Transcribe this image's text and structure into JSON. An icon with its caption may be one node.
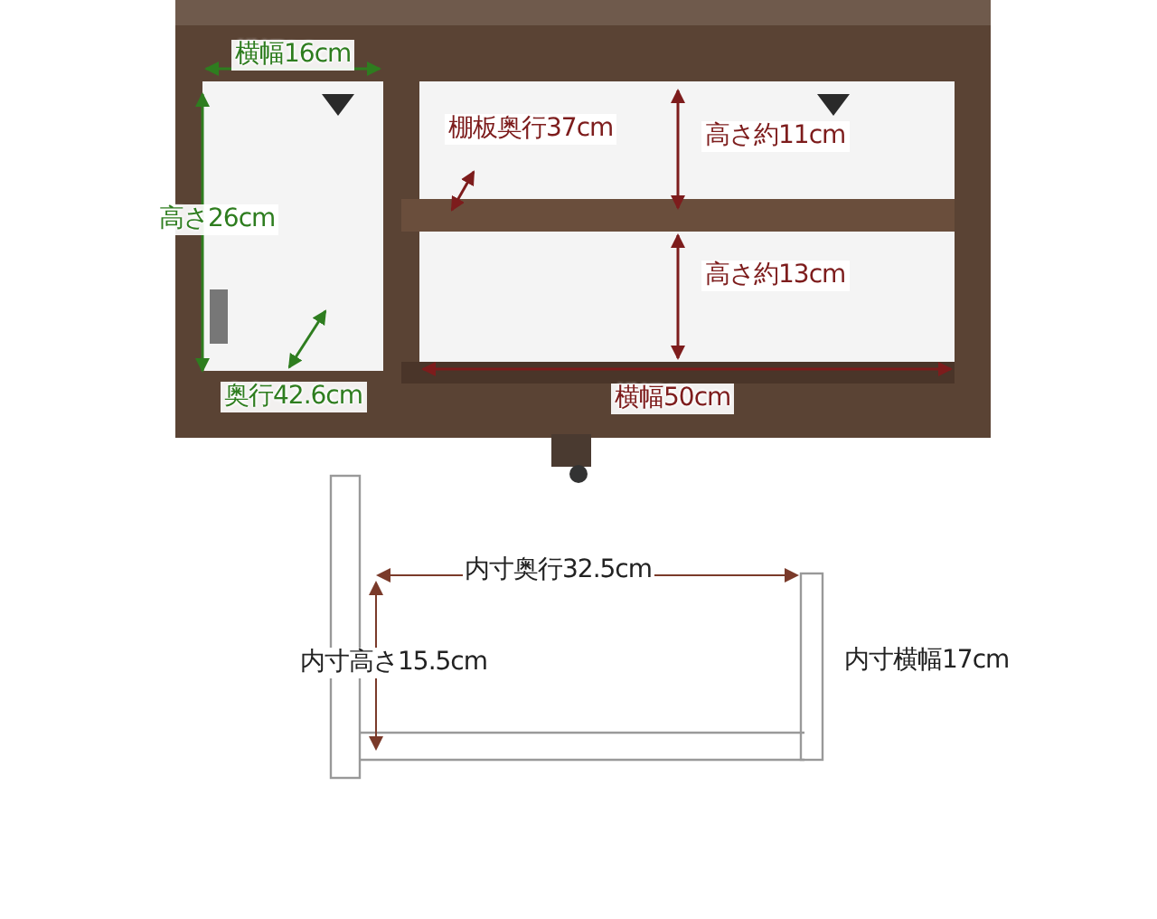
{
  "diagram": {
    "labels": [
      "横幅16cm",
      "棚板奥行37cm",
      "高さ約11cm",
      "高さ26cm",
      "高さ約13cm",
      "奥行42.6cm",
      "横幅50cm",
      "内寸奥行32.5cm",
      "内寸高さ15.5cm",
      "内寸横幅17cm"
    ]
  }
}
